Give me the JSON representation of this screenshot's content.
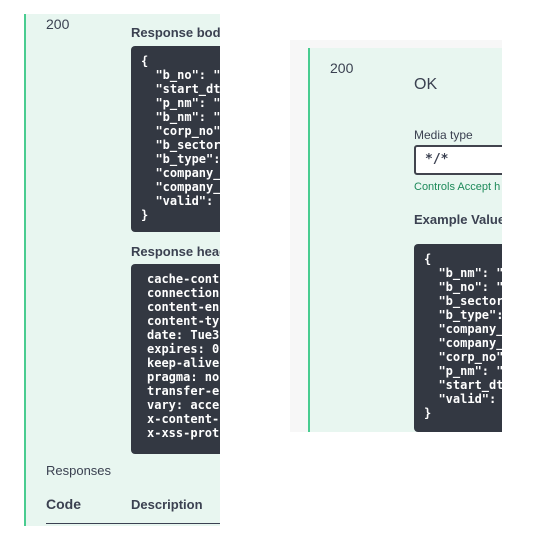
{
  "left_panel": {
    "status_code": "200",
    "response_body_label": "Response body",
    "response_body_lines": [
      "{",
      "  \"b_no\": \"",
      "  \"start_dt",
      "  \"p_nm\": \"",
      "  \"b_nm\": \"",
      "  \"corp_no\"",
      "  \"b_sector",
      "  \"b_type\":",
      "  \"company_",
      "  \"company_",
      "  \"valid\":",
      "}"
    ],
    "response_headers_label": "Response heade",
    "response_headers_lines": [
      "cache-cont",
      "connection",
      "content-en",
      "content-ty",
      "date: Tue3",
      "expires: 0",
      "keep-alive",
      "pragma: no",
      "transfer-e",
      "vary: acce",
      "x-content-",
      "x-xss-prot"
    ],
    "responses_label": "Responses",
    "code_header": "Code",
    "description_header": "Description"
  },
  "right_panel": {
    "status_code": "200",
    "description": "OK",
    "media_type_label": "Media type",
    "media_type_value": "*/*",
    "controls_accept": "Controls Accept h",
    "example_value_label": "Example Value",
    "example_lines": [
      "{",
      "  \"b_nm\": \"",
      "  \"b_no\": \"",
      "  \"b_sector",
      "  \"b_type\":",
      "  \"company_",
      "  \"company_",
      "  \"corp_no\"",
      "  \"p_nm\": \"",
      "  \"start_dt",
      "  \"valid\":",
      "}"
    ]
  }
}
